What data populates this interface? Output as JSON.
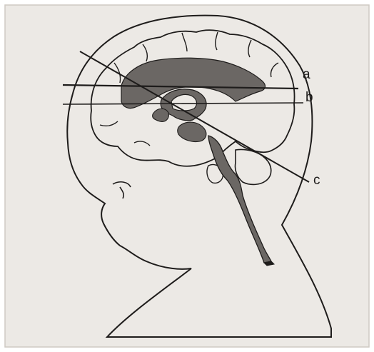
{
  "labels": {
    "a": "a",
    "b": "b",
    "c": "c"
  },
  "colors": {
    "paper": "#ece9e5",
    "ink": "#1e1c1b",
    "ventricle_fill": "#6b6764",
    "frame_border": "#cfcac4"
  }
}
